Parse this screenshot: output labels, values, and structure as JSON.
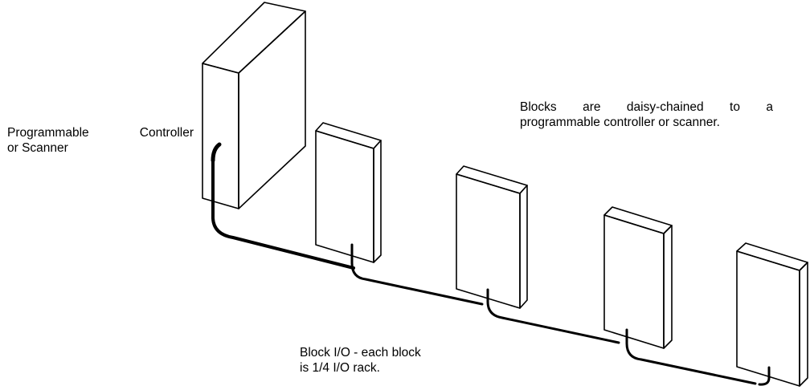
{
  "labels": {
    "controller": [
      "Programmable Controller",
      "or Scanner"
    ],
    "daisy_chain": [
      "Blocks are daisy-chained to a",
      "programmable controller or scanner."
    ],
    "block_io": [
      "Block I/O - each block",
      "is 1/4 I/O rack."
    ]
  },
  "colors": {
    "line": "#000000",
    "background": "#ffffff"
  }
}
